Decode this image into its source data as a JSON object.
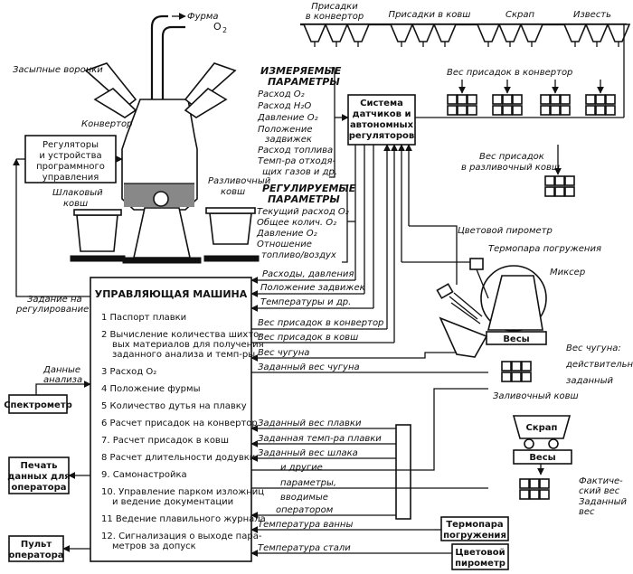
{
  "top": {
    "forma": "Фурма",
    "o2": "O",
    "o2_sub": "2",
    "hoppers_label": "Засыпные воронки",
    "converter_label": "Конвертор",
    "slag_label_1": "Шлаковый",
    "slag_label_2": "ковш",
    "pour_label_1": "Разливочный",
    "pour_label_2": "ковш",
    "additives": [
      {
        "line1": "Присадки",
        "line2": "в конвертор"
      },
      {
        "line1": "Присадки в ковш",
        "line2": ""
      },
      {
        "line1": "Скрап",
        "line2": ""
      },
      {
        "line1": "Известь",
        "line2": ""
      }
    ],
    "weight_converter": "Вес присадок в конвертор",
    "weight_ladle_1": "Вес присадок",
    "weight_ladle_2": "в разливочный ковш"
  },
  "regulators": {
    "line1": "Регуляторы",
    "line2": "и устройства",
    "line3": "программного",
    "line4": "управления"
  },
  "sensors": {
    "line1": "Система",
    "line2": "датчиков и",
    "line3": "автономных",
    "line4": "регуляторов"
  },
  "measured": {
    "title1": "ИЗМЕРЯЕМЫЕ",
    "title2": "ПАРАМЕТРЫ",
    "items": [
      "Расход O₂",
      "Расход H₂O",
      "Давление O₂",
      "Положение",
      "задвижек",
      "Расход топлива",
      "Темп-ра отходя-",
      "щих газов и др."
    ]
  },
  "regulated": {
    "title1": "РЕГУЛИРУЕМЫЕ",
    "title2": "ПАРАМЕТРЫ",
    "items": [
      "Текущий расход O₂",
      "Общее колич. O₂",
      "Давление O₂",
      "Отношение",
      "топливо/воздух"
    ]
  },
  "mixer": {
    "color_pyrometer": "Цветовой пирометр",
    "thermocouple": "Термопара погружения",
    "mixer": "Миксер",
    "scales": "Весы",
    "iron_weight": "Вес чугуна:",
    "actual": "действительный",
    "given": "заданный",
    "pouring_ladle": "Заливочный ковш"
  },
  "scrap": {
    "scrap": "Скрап",
    "scales": "Весы",
    "actual1": "Фактиче-",
    "actual2": "ский вес",
    "given1": "Заданный",
    "given2": "вес"
  },
  "machine": {
    "title": "УПРАВЛЯЮЩАЯ МАШИНА",
    "items": [
      [
        "1  Паспорт плавки"
      ],
      [
        "2  Вычисление количества шихто-",
        "вых материалов для получения",
        "заданного анализа и темп-ры"
      ],
      [
        "3  Расход O₂"
      ],
      [
        "4  Положение фурмы"
      ],
      [
        "5  Количество дутья на плавку"
      ],
      [
        "6  Расчет присадок на конвертор"
      ],
      [
        "7.  Расчет присадок в ковш"
      ],
      [
        "8  Расчет длительности додувки"
      ],
      [
        "9.  Самонастройка"
      ],
      [
        "10.  Управление парком изложниц",
        "и ведение документации"
      ],
      [
        "11  Ведение плавильного журнала"
      ],
      [
        "12.  Сигнализация о выходе пара-",
        "метров за допуск"
      ]
    ]
  },
  "signals_right": {
    "flows": "Расходы, давления",
    "valves": "Положение задвижек",
    "temps": "Температуры и др.",
    "conv_add": "Вес присадок в конвертор",
    "ladle_add": "Вес присадок в ковш",
    "iron_w": "Вес чугуна",
    "iron_given": "Заданный вес чугуна",
    "heat_w": "Заданный вес плавки",
    "heat_t": "Заданная темп-ра плавки",
    "slag_w": "Заданный вес шлака",
    "others": "и другие",
    "params": "параметры,",
    "entered": "вводимые",
    "operator": "оператором",
    "bath_t": "Температура ванны",
    "steel_t": "Температура стали"
  },
  "left": {
    "setpoint1": "Задание на",
    "setpoint2": "регулирование",
    "analysis1": "Данные",
    "analysis2": "анализа",
    "spectrometer": "Спектрометр",
    "print1": "Печать",
    "print2": "данных для",
    "print3": "оператора",
    "console1": "Пульт",
    "console2": "оператора"
  },
  "bottom_boxes": {
    "thermo1": "Термопара",
    "thermo2": "погружения",
    "pyro1": "Цветовой",
    "pyro2": "пирометр"
  }
}
